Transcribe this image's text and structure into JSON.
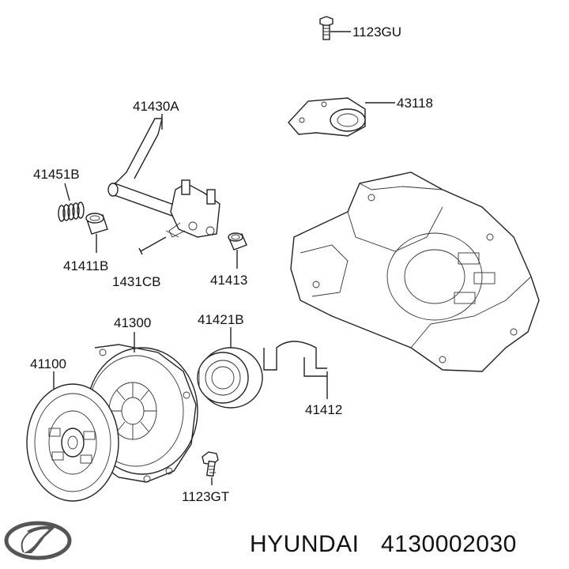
{
  "labels": {
    "p1123gu": "1123GU",
    "p43118": "43118",
    "p41430a": "41430A",
    "p41451b": "41451B",
    "p41411b": "41411B",
    "p1431cb": "1431CB",
    "p41413": "41413",
    "p41300": "41300",
    "p41421b": "41421B",
    "p41100": "41100",
    "p41412": "41412",
    "p1123gt": "1123GT"
  },
  "footer": {
    "brand": "HYUNDAI",
    "part_number": "4130002030"
  },
  "logo": {
    "icon": "hyundai-logo-icon"
  }
}
